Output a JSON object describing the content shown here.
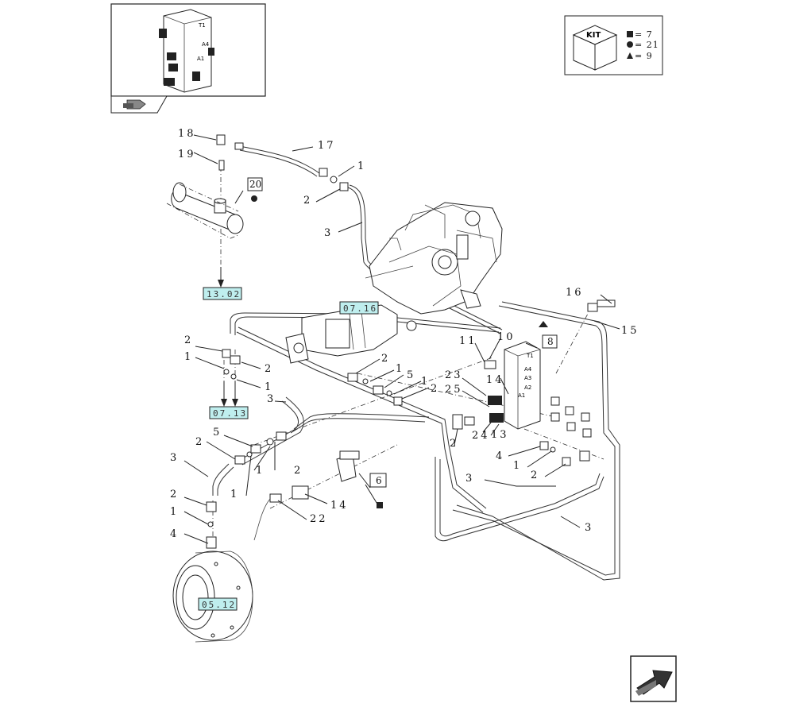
{
  "inset": {
    "description_icon": "valve-block-thumbnail",
    "nav_icon": "hand-arrow-icon"
  },
  "kit": {
    "label": "KIT",
    "items": [
      {
        "symbol": "square",
        "text": "= 7"
      },
      {
        "symbol": "circle",
        "text": "= 21"
      },
      {
        "symbol": "triangle",
        "text": "= 9"
      }
    ]
  },
  "refs": [
    {
      "id": "ref-13-02",
      "text": "13.02"
    },
    {
      "id": "ref-07-16",
      "text": "07.16"
    },
    {
      "id": "ref-07-13",
      "text": "07.13"
    },
    {
      "id": "ref-05-12",
      "text": "05.12"
    }
  ],
  "callouts": {
    "c20": "20",
    "c8": "8",
    "c6": "6"
  },
  "labels": {
    "l18": "18",
    "l19": "19",
    "l17": "17",
    "l1a": "1",
    "l2a": "2",
    "l3a": "3",
    "l16": "16",
    "l15": "15",
    "l2b": "2",
    "l1b": "1",
    "l2c": "2",
    "l1c": "1",
    "l2d": "2",
    "l1d": "1",
    "l5a": "5",
    "l1e": "1",
    "l2e": "2",
    "l11": "11",
    "l10": "10",
    "l23": "23",
    "l14a": "14",
    "l25": "25",
    "l3b": "3",
    "l24": "24",
    "l13": "13",
    "l2f": "2",
    "l5b": "5",
    "l2g": "2",
    "l1f": "1",
    "l2h": "2",
    "l3c": "3",
    "l1g": "1",
    "l2i": "2",
    "l1h": "1",
    "l4a": "4",
    "l14b": "14",
    "l22": "22",
    "l4b": "4",
    "l1i": "1",
    "l2j": "2",
    "l3d": "3",
    "l3e": "3"
  },
  "nav": {
    "icon": "next-page-arrow-icon"
  }
}
